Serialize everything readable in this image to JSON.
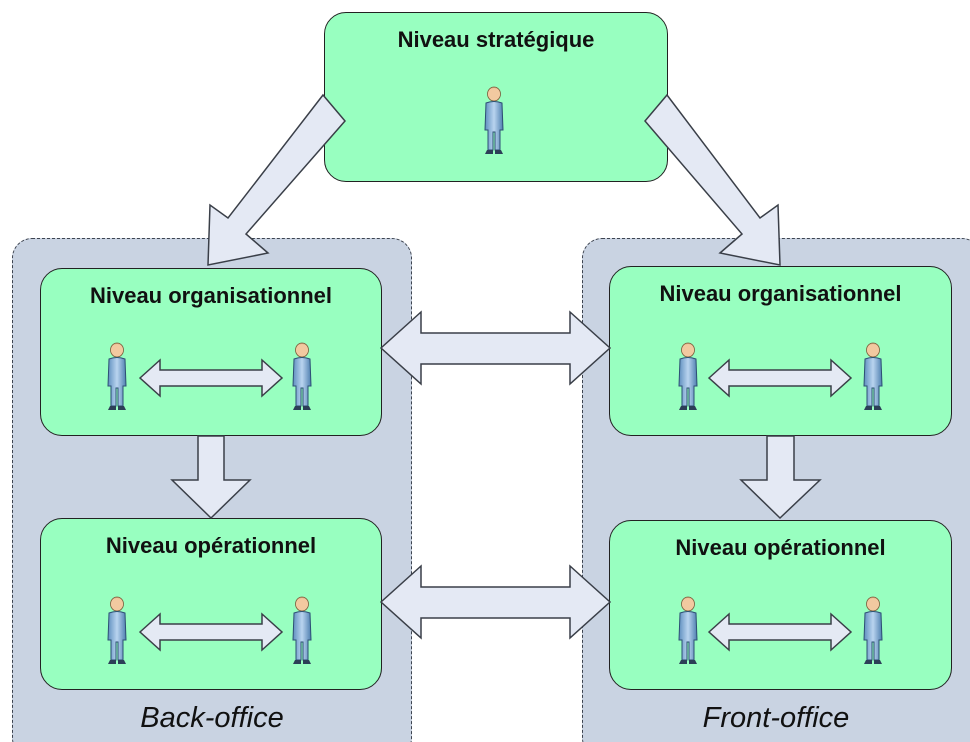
{
  "groups": {
    "back_office": {
      "label": "Back-office"
    },
    "front_office": {
      "label": "Front-office"
    }
  },
  "levels": {
    "strategic": {
      "title": "Niveau stratégique"
    },
    "back_org": {
      "title": "Niveau organisationnel"
    },
    "back_op": {
      "title": "Niveau opérationnel"
    },
    "front_org": {
      "title": "Niveau organisationnel"
    },
    "front_op": {
      "title": "Niveau opérationnel"
    }
  },
  "icons": {
    "person": "person-icon",
    "double_arrow": "double-arrow-icon",
    "down_arrow": "down-arrow-icon"
  },
  "colors": {
    "level_fill": "#98ffc0",
    "group_fill": "#c9d3e2",
    "arrow_fill": "#e4e9f4"
  }
}
